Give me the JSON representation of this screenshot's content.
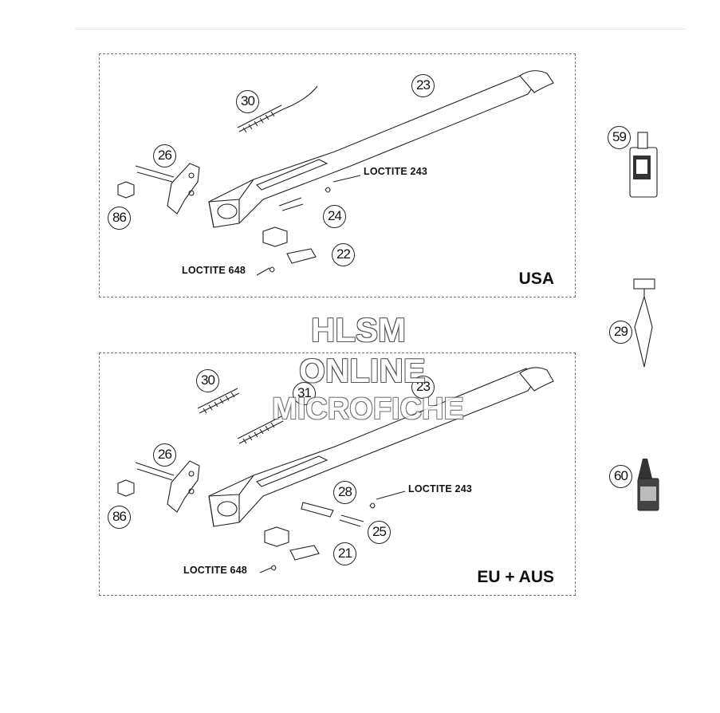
{
  "panels": {
    "usa": {
      "region": "USA",
      "loctite_243": "LOCTITE 243",
      "loctite_648": "LOCTITE 648",
      "callouts": [
        "30",
        "23",
        "26",
        "86",
        "24",
        "22"
      ]
    },
    "eu": {
      "region": "EU + AUS",
      "loctite_243": "LOCTITE 243",
      "loctite_648": "LOCTITE 648",
      "callouts": [
        "30",
        "31",
        "23",
        "26",
        "86",
        "28",
        "25",
        "21"
      ]
    }
  },
  "accessories": {
    "callouts": [
      "59",
      "29",
      "60"
    ],
    "icons": [
      "loctite-bottle-icon",
      "grease-brush-icon",
      "loctite-tube-icon"
    ]
  },
  "watermark": {
    "line1": "HLSM",
    "line2": "ONLINE",
    "line3": "MICROFICHE"
  }
}
